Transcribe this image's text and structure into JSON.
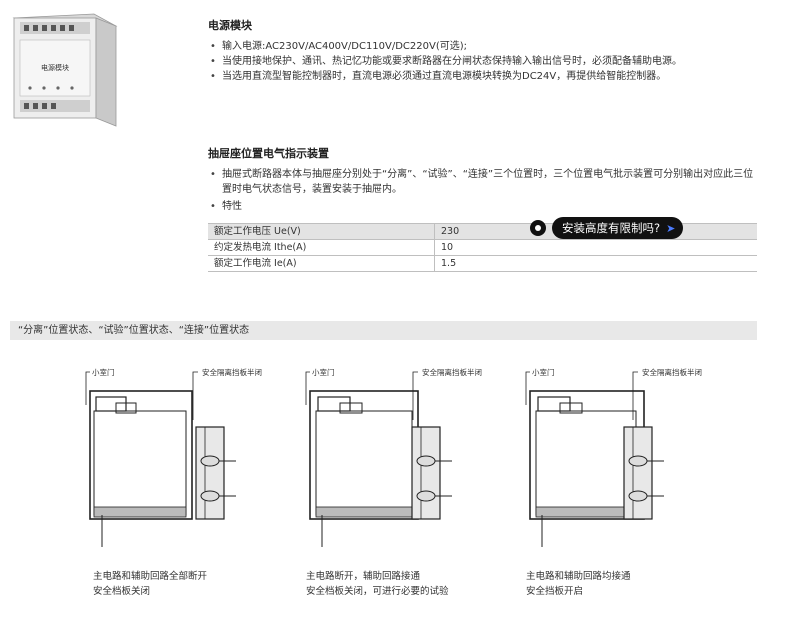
{
  "module_image": {
    "device_label": "电源模块",
    "icon": "power-module-device"
  },
  "power_module": {
    "title": "电源模块",
    "bullets": [
      "输入电源:AC230V/AC400V/DC110V/DC220V(可选);",
      "当使用接地保护、通讯、热记忆功能或要求断路器在分闸状态保持输入输出信号时，必须配备辅助电源。",
      "当选用直流型智能控制器时，直流电源必须通过直流电源模块转换为DC24V，再提供给智能控制器。"
    ]
  },
  "indicator": {
    "title": "抽屉座位置电气指示装置",
    "bullets": [
      "抽屉式断路器本体与抽屉座分别处于“分离”、“试验”、“连接”三个位置时，三个位置电气批示装置可分别输出对应此三位置时电气状态信号，装置安装于抽屉内。",
      "特性"
    ],
    "table": [
      [
        "额定工作电压 Ue(V)",
        "230"
      ],
      [
        "约定发热电流 Ithe(A)",
        "10"
      ],
      [
        "额定工作电流 Ie(A)",
        "1.5"
      ]
    ]
  },
  "tip": {
    "label": "安装高度有限制吗?",
    "arrow": "➤"
  },
  "states": {
    "banner": "“分离”位置状态、“试验”位置状态、“连接”位置状态",
    "label_door": "小室门",
    "label_shutter": "安全隔离挡板半闭",
    "diagrams": [
      {
        "caption_1": "主电路和辅助回路全部断开",
        "caption_2": "安全档板关闭"
      },
      {
        "caption_1": "主电路断开，辅助回路接通",
        "caption_2": "安全档板关闭，可进行必要的试验"
      },
      {
        "caption_1": "主电路和辅助回路均接通",
        "caption_2": "安全挡板开启"
      }
    ]
  }
}
